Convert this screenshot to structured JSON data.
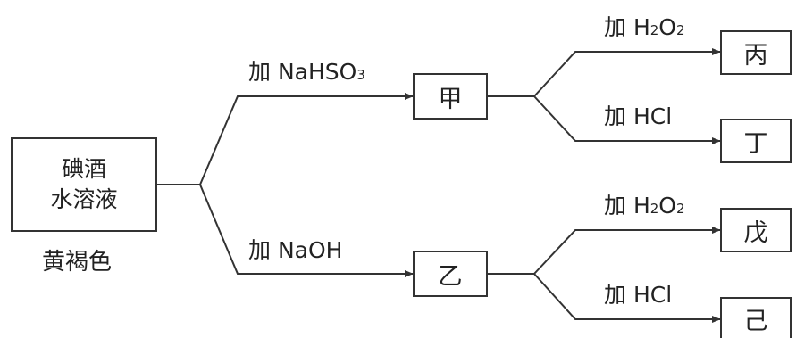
{
  "start": {
    "line1": "碘酒",
    "line2": "水溶液",
    "color_note": "黄褐色"
  },
  "branch_top": {
    "reagent_prefix": "加 NaHSO",
    "reagent_sub": "3",
    "product": "甲"
  },
  "branch_bottom": {
    "reagent": "加 NaOH",
    "product": "乙"
  },
  "jia_branches": {
    "up": {
      "reagent_prefix": "加 H",
      "sub1": "2",
      "mid": "O",
      "sub2": "2",
      "product": "丙"
    },
    "down": {
      "reagent": "加 HCl",
      "product": "丁"
    }
  },
  "yi_branches": {
    "up": {
      "reagent_prefix": "加 H",
      "sub1": "2",
      "mid": "O",
      "sub2": "2",
      "product": "戊"
    },
    "down": {
      "reagent": "加 HCl",
      "product": "己"
    }
  },
  "colors": {
    "line": "#333333",
    "text": "#222222"
  }
}
